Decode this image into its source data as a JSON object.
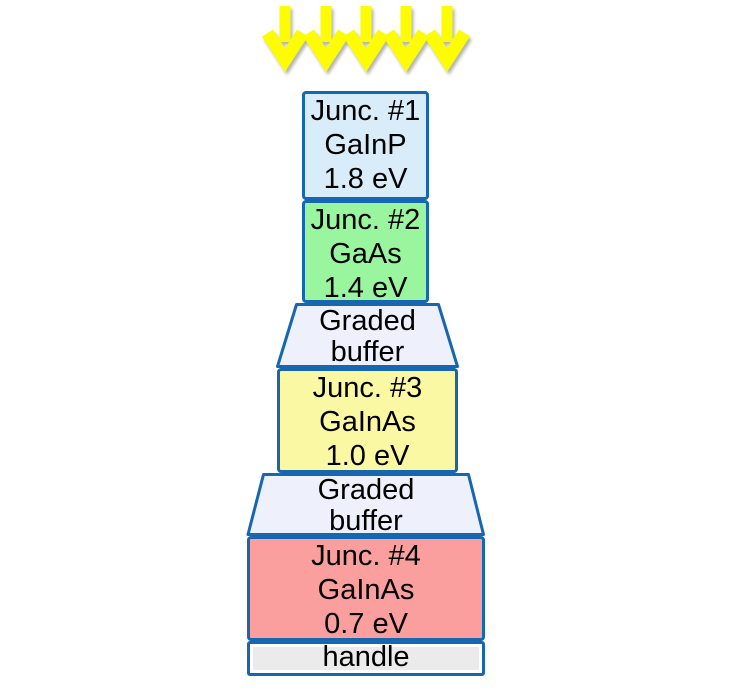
{
  "arrows": {
    "name": "incident-light-arrows",
    "count": 5,
    "color": "#fdfd00"
  },
  "layers": {
    "junction1": {
      "label": "Junc. #1",
      "material": "GaInP",
      "bandgap": "1.8 eV",
      "fill": "#d8ecf9"
    },
    "junction2": {
      "label": "Junc. #2",
      "material": "GaAs",
      "bandgap": "1.4 eV",
      "fill": "#9af69e"
    },
    "graded_buffer_1": {
      "line1": "Graded",
      "line2": "buffer",
      "fill": "#eef1fb"
    },
    "junction3": {
      "label": "Junc. #3",
      "material": "GaInAs",
      "bandgap": "1.0 eV",
      "fill": "#fbf8a3"
    },
    "graded_buffer_2": {
      "line1": "Graded",
      "line2": "buffer",
      "fill": "#eef1fb"
    },
    "junction4": {
      "label": "Junc. #4",
      "material": "GaInAs",
      "bandgap": "0.7 eV",
      "fill": "#fa9e9e"
    },
    "handle": {
      "label": "handle",
      "fill": "#ebebeb"
    }
  },
  "colors": {
    "border": "#1767b0",
    "text": "#000000",
    "background": "#ffffff"
  }
}
